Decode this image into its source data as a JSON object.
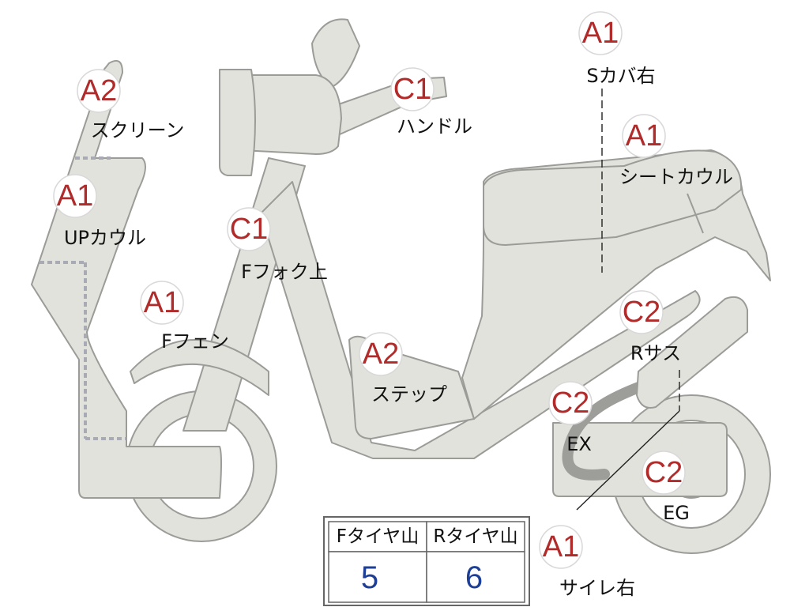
{
  "labels": {
    "s_cover_right": {
      "grade": "A1",
      "name": "Sカバ右"
    },
    "seat_cowl": {
      "grade": "A1",
      "name": "シートカウル"
    },
    "screen": {
      "grade": "A2",
      "name": "スクリーン"
    },
    "up_cowl": {
      "grade": "A1",
      "name": "UPカウル"
    },
    "handle": {
      "grade": "C1",
      "name": "ハンドル"
    },
    "f_fork_upper": {
      "grade": "C1",
      "name": "Fフォク上"
    },
    "f_fender": {
      "grade": "A1",
      "name": "Fフェン"
    },
    "step": {
      "grade": "A2",
      "name": "ステップ"
    },
    "r_suspension": {
      "grade": "C2",
      "name": "Rサス"
    },
    "exhaust": {
      "grade": "C2",
      "name": "EX"
    },
    "engine": {
      "grade": "C2",
      "name": "EG"
    },
    "silencer_right": {
      "grade": "A1",
      "name": "サイレ右"
    }
  },
  "tire_table": {
    "front_header": "Fタイヤ山",
    "rear_header": "Rタイヤ山",
    "front_value": "5",
    "rear_value": "6"
  },
  "colors": {
    "part_fill": "#e2e2dd",
    "grade_text": "#b22b2b",
    "value_text": "#1e3f96"
  }
}
